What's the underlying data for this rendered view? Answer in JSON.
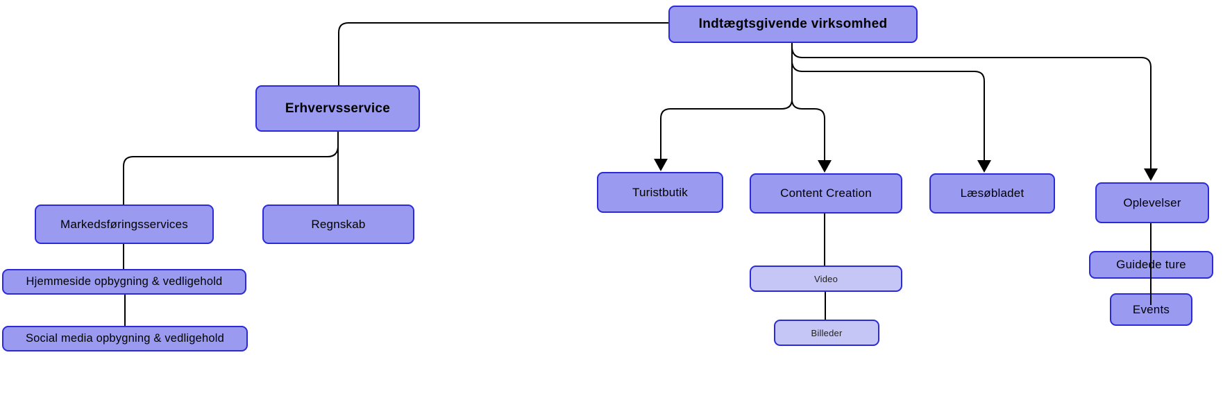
{
  "diagram": {
    "type": "mind-map-org-chart",
    "background": "#ffffff"
  },
  "nodes": {
    "root": {
      "label": "Indtægtsgivende virksomhed"
    },
    "erhvervsservice": {
      "label": "Erhvervsservice"
    },
    "markedsfoeringsservices": {
      "label": "Markedsføringsservices"
    },
    "regnskab": {
      "label": "Regnskab"
    },
    "hjemmeside": {
      "label": "Hjemmeside opbygning & vedligehold"
    },
    "social_media": {
      "label": "Social media opbygning & vedligehold"
    },
    "turistbutik": {
      "label": "Turistbutik"
    },
    "content_creation": {
      "label": "Content Creation"
    },
    "video": {
      "label": "Video"
    },
    "billeder": {
      "label": "Billeder"
    },
    "laesoebladet": {
      "label": "Læsøbladet"
    },
    "oplevelser": {
      "label": "Oplevelser"
    },
    "guidede_ture": {
      "label": "Guidede ture"
    },
    "events": {
      "label": "Events"
    }
  },
  "colors": {
    "node_fill": "#9a9af0",
    "node_fill_light": "#c5c5f6",
    "node_border": "#2a2ad8",
    "connector_black": "#000000",
    "connector_teal": "#10505f",
    "text": "#000000",
    "background": "#ffffff"
  }
}
